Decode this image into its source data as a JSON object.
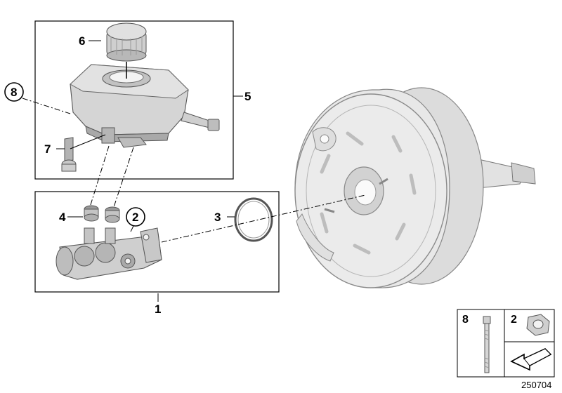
{
  "callouts": {
    "c1": "1",
    "c2": "2",
    "c3": "3",
    "c4": "4",
    "c5": "5",
    "c6": "6",
    "c7": "7",
    "c8": "8"
  },
  "legend": {
    "bolt_label": "8",
    "nut_label": "2"
  },
  "image_id": "250704",
  "colors": {
    "line": "#000000",
    "part_fill": "#d9d9d9",
    "part_shade": "#a8a8a8",
    "booster_fill": "#e6e6e6"
  },
  "icons": [
    "bolt-icon",
    "hex-nut-icon",
    "arrow-icon"
  ]
}
